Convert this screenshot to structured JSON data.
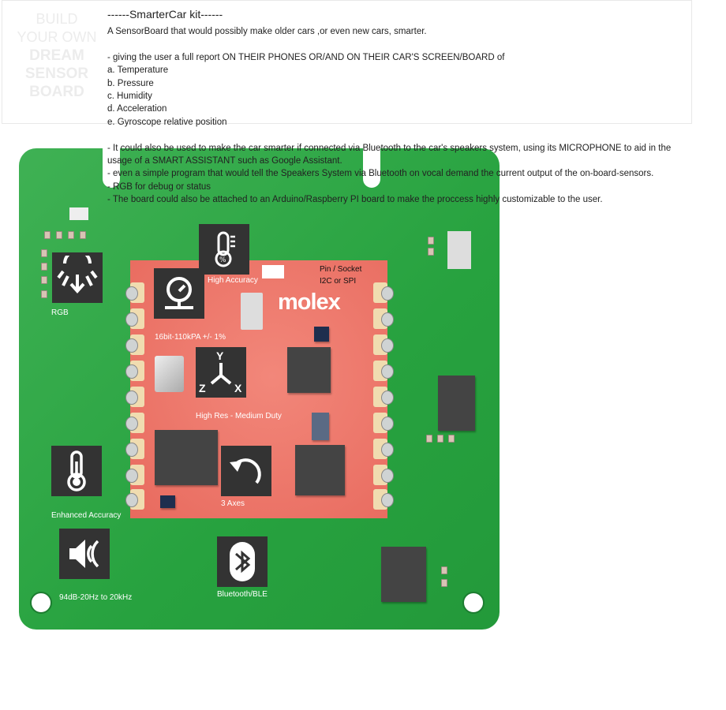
{
  "promo": {
    "line1": "BUILD",
    "line2": "YOUR OWN",
    "line3": "DREAM",
    "line4": "SENSOR",
    "line5": "BOARD"
  },
  "description": {
    "title": "------SmarterCar kit------",
    "lines": [
      "A SensorBoard that would possibly make older cars ,or even new cars, smarter.",
      "",
      "- giving the user a full report ON THEIR PHONES OR/AND ON THEIR CAR'S SCREEN/BOARD of",
      "a. Temperature",
      "b. Pressure",
      "c. Humidity",
      "d. Acceleration",
      "e. Gyroscope relative position",
      "",
      "- It could also be used to make the car smarter if connected via Bluetooth to the car's speakers system, using its MICROPHONE to aid in the usage of a SMART ASSISTANT such as Google Assistant.",
      "- even a simple program that would tell the Speakers System via Bluetooth on vocal demand the current output of the on-board-sensors.",
      "- RGB for debug or status",
      "- The board could also be attached to an Arduino/Raspberry PI board to make the proccess highly customizable to the user."
    ]
  },
  "board": {
    "brand": "molex",
    "pin_socket": "Pin / Socket",
    "bus": "I2C or SPI",
    "sensors": {
      "humidity": "High Accuracy",
      "rgb": "RGB",
      "pressure": "16bit-110kPA +/- 1%",
      "accelerometer": "High Res - Medium Duty",
      "gyroscope": "3 Axes",
      "temperature": "Enhanced Accuracy",
      "microphone": "94dB-20Hz to 20kHz",
      "bluetooth": "Bluetooth/BLE"
    },
    "axes": {
      "y": "Y",
      "z": "Z",
      "x": "X"
    }
  }
}
